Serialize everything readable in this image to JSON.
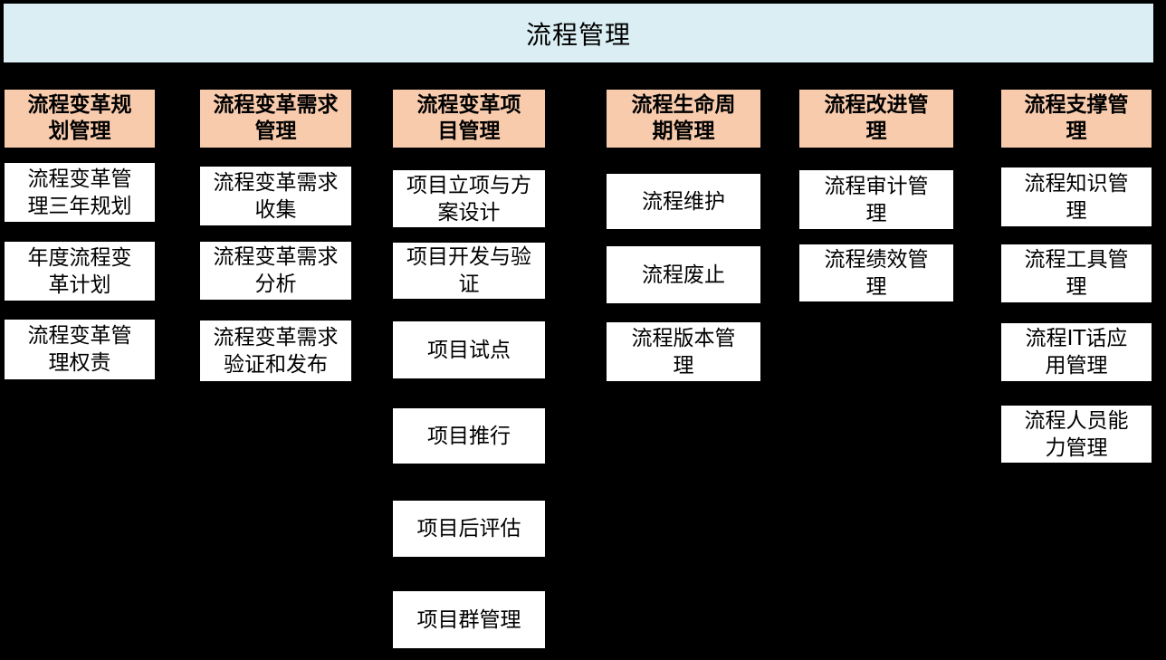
{
  "title": {
    "label": "流程管理"
  },
  "colors": {
    "canvas_bg": "#000000",
    "banner_bg": "#daeef3",
    "header_bg": "#f8cbad",
    "cell_bg": "#ffffff",
    "text": "#000000"
  },
  "columns": [
    {
      "header": "流程变革规\n划管理",
      "items": [
        "流程变革管\n理三年规划",
        "年度流程变\n革计划",
        "流程变革管\n理权责"
      ]
    },
    {
      "header": "流程变革需求\n管理",
      "items": [
        "流程变革需求\n收集",
        "流程变革需求\n分析",
        "流程变革需求\n验证和发布"
      ]
    },
    {
      "header": "流程变革项\n目管理",
      "items": [
        "项目立项与方\n案设计",
        "项目开发与验\n证",
        "项目试点",
        "项目推行",
        "项目后评估",
        "项目群管理"
      ]
    },
    {
      "header": "流程生命周\n期管理",
      "items": [
        "流程维护",
        "流程废止",
        "流程版本管\n理"
      ]
    },
    {
      "header": "流程改进管\n理",
      "items": [
        "流程审计管\n理",
        "流程绩效管\n理"
      ]
    },
    {
      "header": "流程支撑管\n理",
      "items": [
        "流程知识管\n理",
        "流程工具管\n理",
        "流程IT话应\n用管理",
        "流程人员能\n力管理"
      ]
    }
  ]
}
